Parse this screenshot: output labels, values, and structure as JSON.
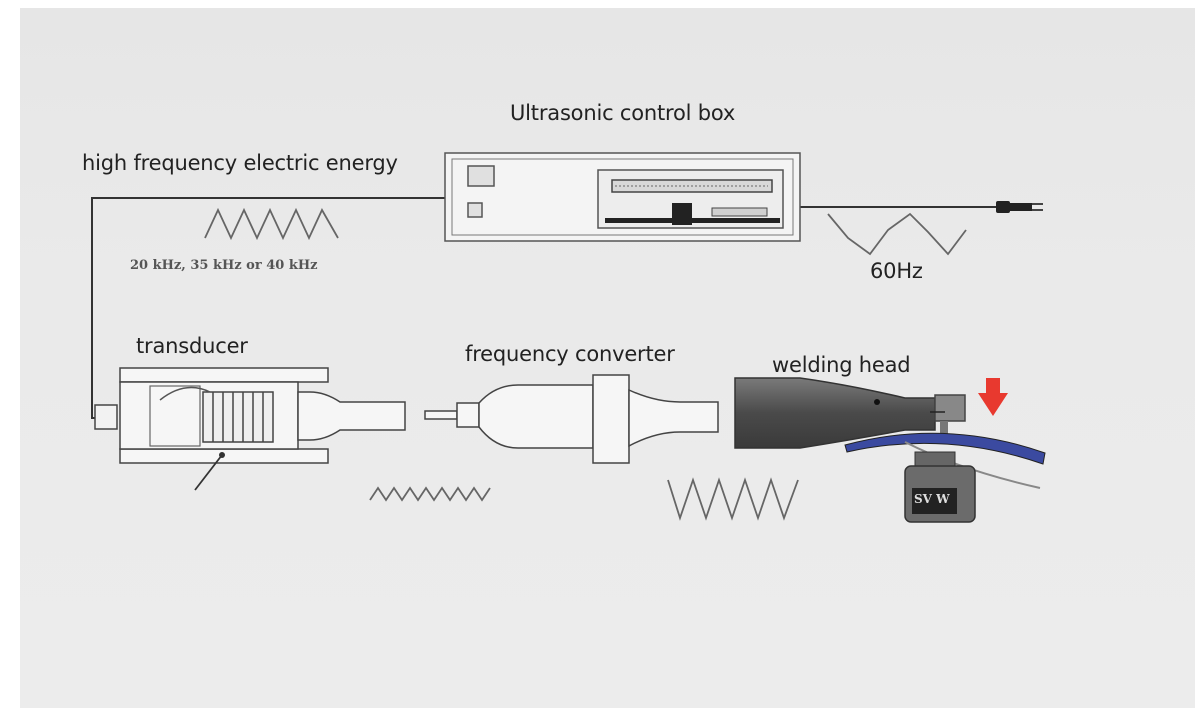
{
  "diagram": {
    "labels": {
      "control_box": "Ultrasonic control box",
      "hf_energy": "high frequency electric energy",
      "frequency_range": "20 kHz, 35 kHz or 40 kHz",
      "mains_freq": "60Hz",
      "transducer": "transducer",
      "converter": "frequency converter",
      "welding_head": "welding head",
      "anvil_text": "SV W"
    },
    "colors": {
      "paper": "#e8e8e8",
      "line": "#333333",
      "component_fill": "#f6f6f6",
      "horn_fill": "#555555",
      "pressure_arrow": "#e8392f",
      "workpiece": "#3b4aa0"
    },
    "icons": [
      "power-plug-icon",
      "pressure-arrow-icon"
    ]
  }
}
